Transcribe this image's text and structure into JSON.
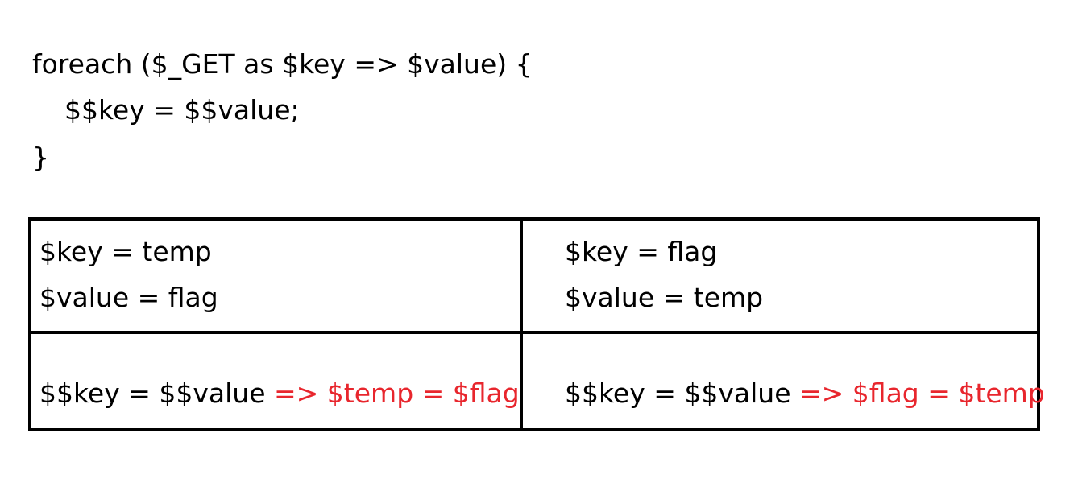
{
  "code": {
    "line1": "foreach ($_GET as $key => $value) {",
    "line2": "$$key = $$value;",
    "line3": "}"
  },
  "table": {
    "top_left": {
      "line1": "$key = temp",
      "line2": "$value = flag"
    },
    "top_right": {
      "line1": "$key = flag",
      "line2": "$value = temp"
    },
    "bottom_left": {
      "prefix": "$$key = $$value ",
      "highlight": "=> $temp = $flag"
    },
    "bottom_right": {
      "prefix": "$$key = $$value ",
      "highlight": "=> $flag = $temp"
    }
  },
  "colors": {
    "highlight": "#e8262d",
    "text": "#000000",
    "border": "#000000"
  }
}
